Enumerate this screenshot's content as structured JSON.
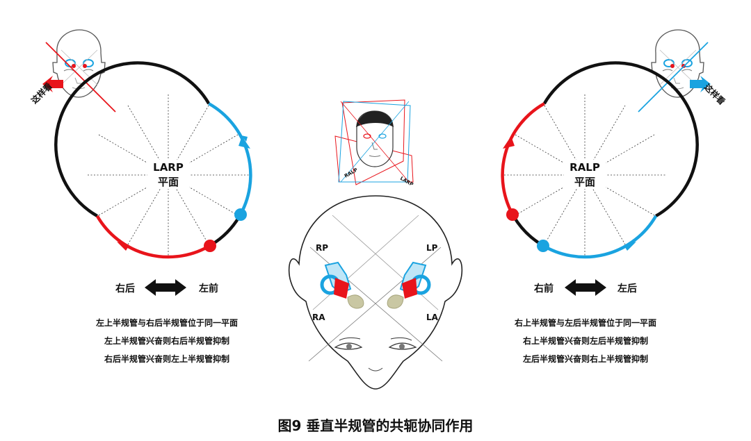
{
  "caption": "图9  垂直半规管的共轭协同作用",
  "left": {
    "plane_line1": "LARP",
    "plane_line2": "平面",
    "arrow_left": "右后",
    "arrow_right": "左前",
    "view_label": "这样看",
    "notes": [
      "左上半规管与右后半规管位于同一平面",
      "左上半规管兴奋则右后半规管抑制",
      "右后半规管兴奋则左上半规管抑制"
    ]
  },
  "right": {
    "plane_line1": "RALP",
    "plane_line2": "平面",
    "arrow_left": "右前",
    "arrow_right": "左后",
    "view_label": "这样看",
    "notes": [
      "右上半规管与左后半规管位于同一平面",
      "右上半规管兴奋则左后半规管抑制",
      "左后半规管兴奋则右上半规管抑制"
    ]
  },
  "center_head": {
    "rp": "RP",
    "lp": "LP",
    "ra": "RA",
    "la": "LA",
    "ralp_tag": "RALP",
    "larp_tag": "LARP"
  },
  "colors": {
    "red": "#e8141b",
    "blue": "#1aa3e0",
    "black": "#111111",
    "olive": "#c9c7a3"
  }
}
